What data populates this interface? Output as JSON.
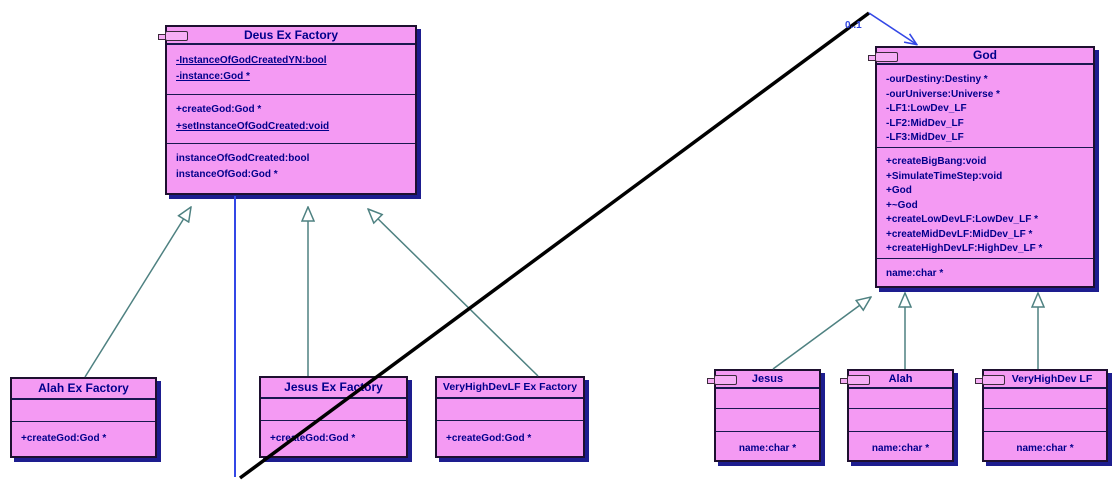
{
  "diagram_type": "uml-class-diagram",
  "classes": {
    "deus": {
      "title": "Deus Ex Factory",
      "attrs": [
        "-InstanceOfGodCreatedYN:bool",
        "-instance:God *"
      ],
      "methods": [
        "+createGod:God *",
        "+setInstanceOfGodCreated:void"
      ],
      "props": [
        "instanceOfGodCreated:bool",
        "instanceOfGod:God *"
      ]
    },
    "god": {
      "title": "God",
      "attrs": [
        "-ourDestiny:Destiny *",
        "-ourUniverse:Universe *",
        "-LF1:LowDev_LF",
        "-LF2:MidDev_LF",
        "-LF3:MidDev_LF"
      ],
      "methods": [
        "+createBigBang:void",
        "+SimulateTimeStep:void",
        "+God",
        "+~God",
        "+createLowDevLF:LowDev_LF *",
        "+createMidDevLF:MidDev_LF *",
        "+createHighDevLF:HighDev_LF *"
      ],
      "props": [
        "name:char *"
      ]
    },
    "alahEx": {
      "title": "Alah Ex Factory",
      "methods": [
        "+createGod:God *"
      ]
    },
    "jesusEx": {
      "title": "Jesus Ex Factory",
      "methods": [
        "+createGod:God *"
      ]
    },
    "vhdlfEx": {
      "title": "VeryHighDevLF Ex Factory",
      "methods": [
        "+createGod:God *"
      ]
    },
    "jesusLeaf": {
      "title": "Jesus",
      "props": [
        "name:char *"
      ]
    },
    "alahLeaf": {
      "title": "Alah",
      "props": [
        "name:char *"
      ]
    },
    "vhdlfLeaf": {
      "title": "VeryHighDev LF",
      "props": [
        "name:char *"
      ]
    }
  },
  "association": {
    "multiplicity": "0..1"
  },
  "colors": {
    "box_fill": "#f49af3",
    "box_border": "#1e1030",
    "box_shadow": "#1d1d8f",
    "member_text": "#00008b",
    "generalization_line": "#4e8181",
    "association_line": "#3347e6",
    "crossing_line": "#000000",
    "background": "#ffffff"
  }
}
